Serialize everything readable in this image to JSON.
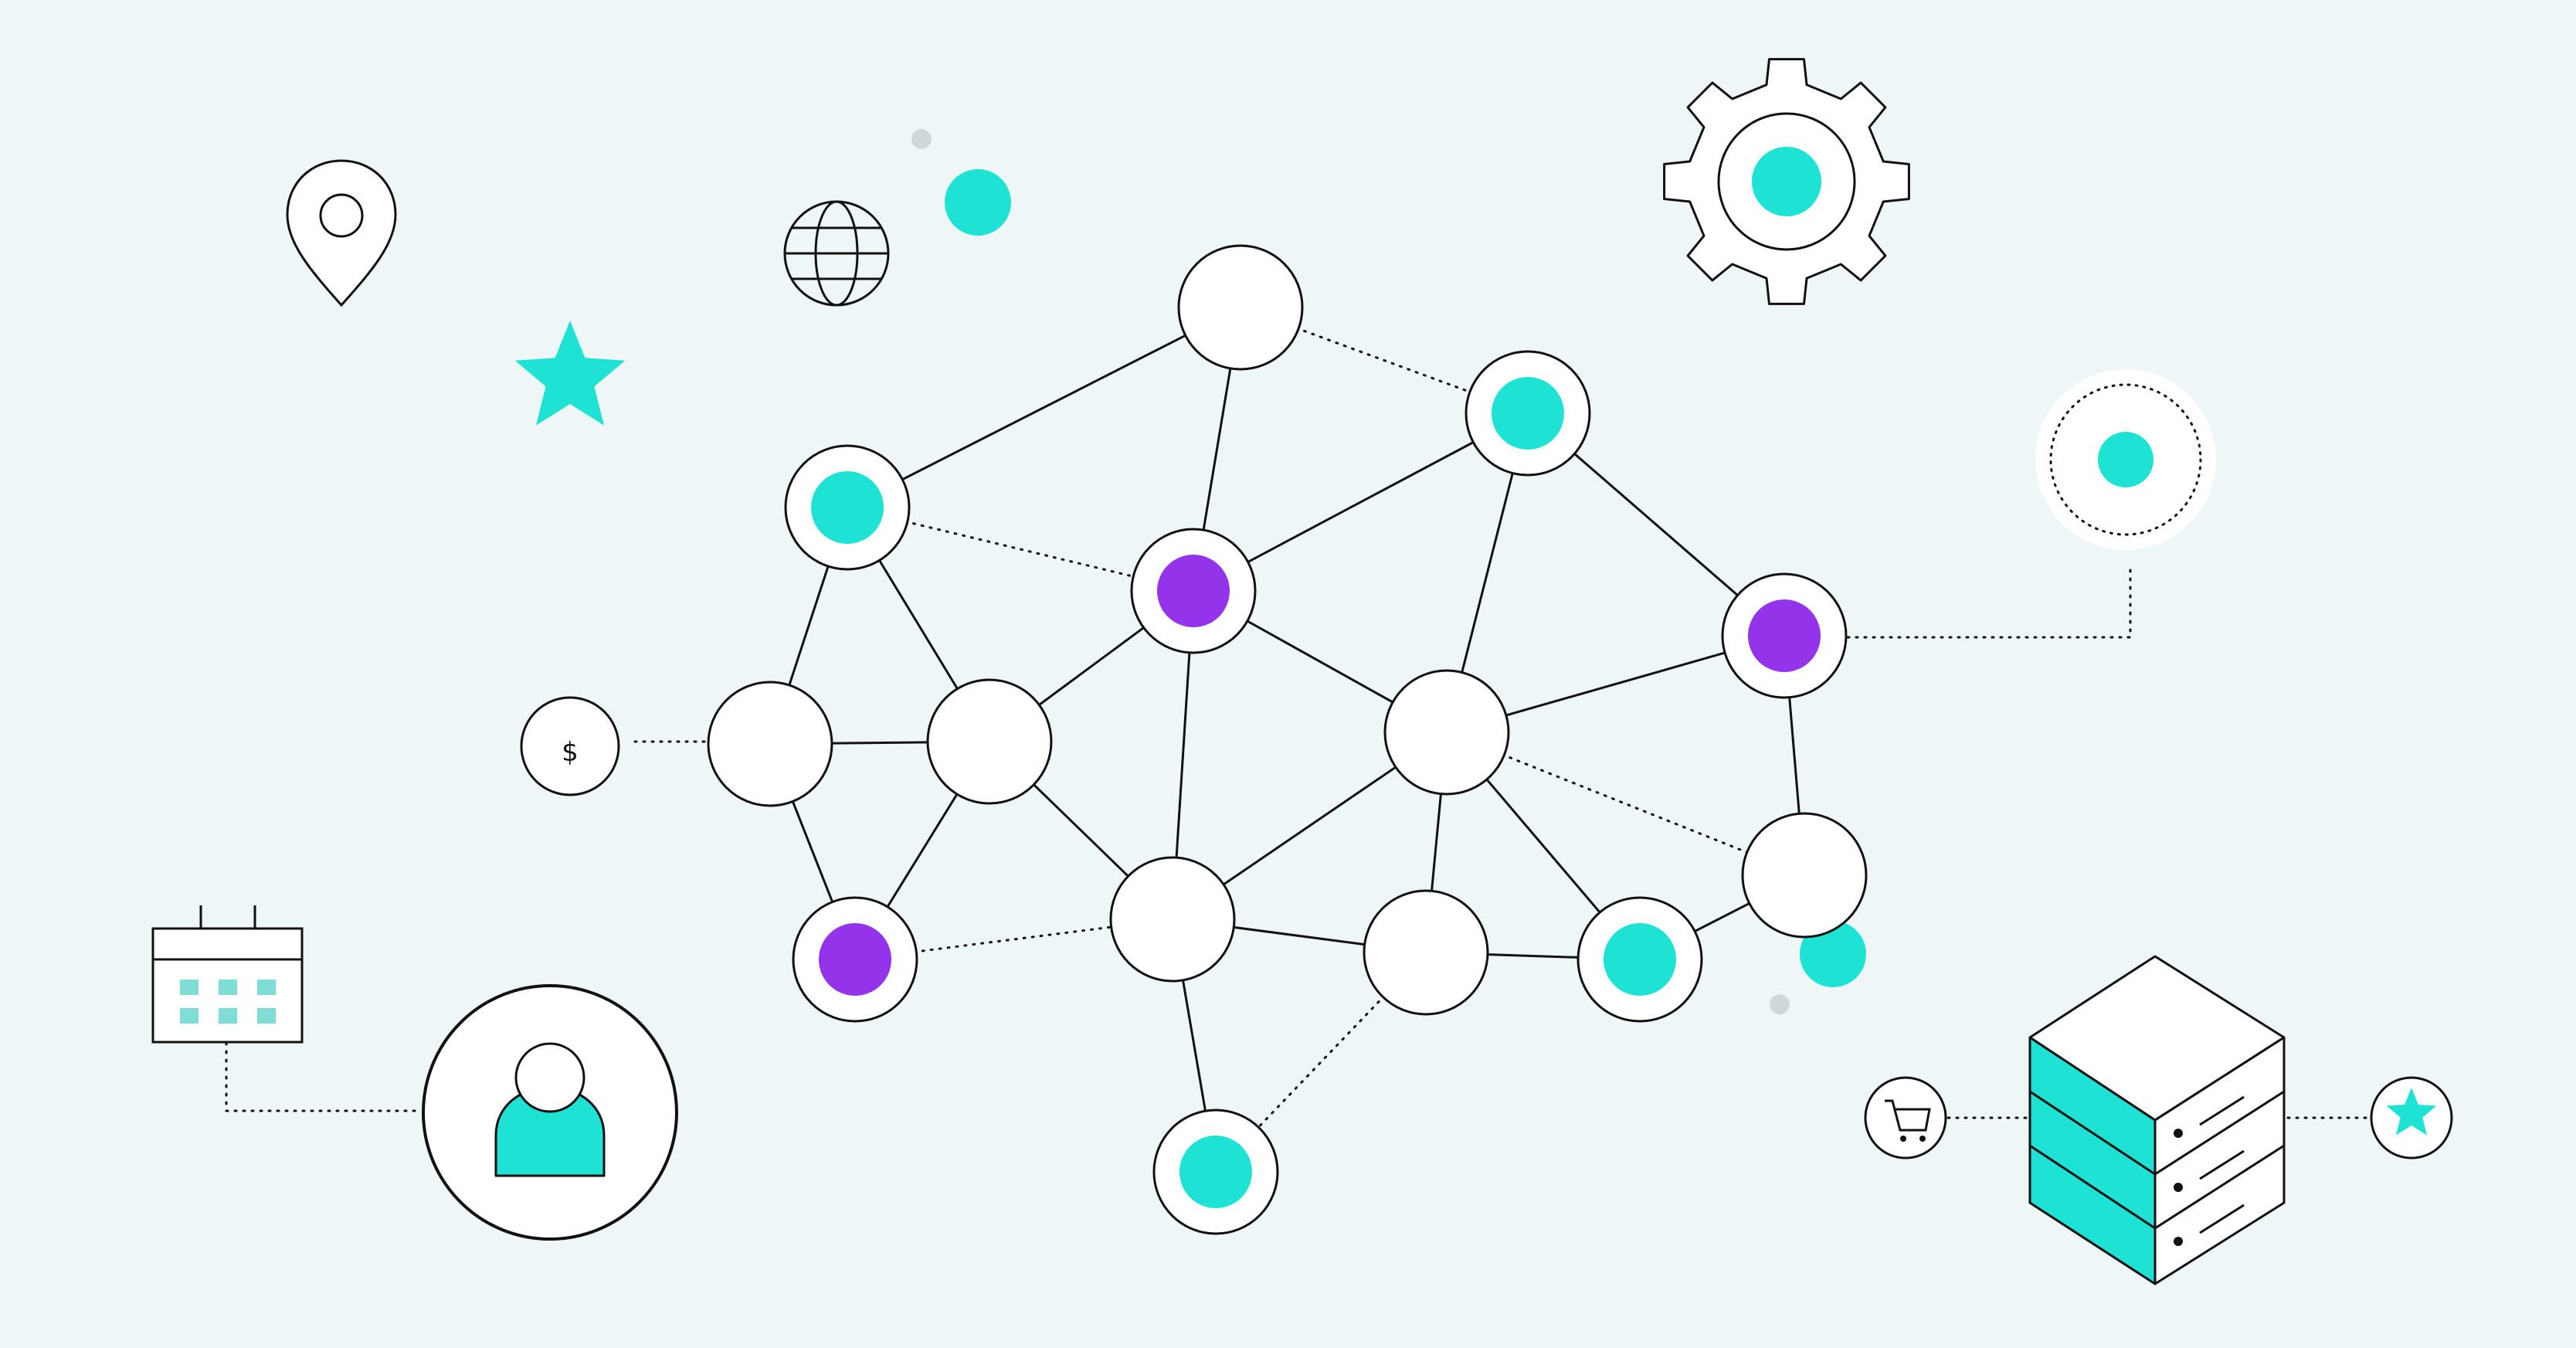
{
  "colors": {
    "background": "#eef6f8",
    "stroke": "#111111",
    "node_fill": "#ffffff",
    "teal": "#1de2d4",
    "teal_light": "#7fddd6",
    "purple": "#9333ea",
    "grey_dot": "#cfd7da"
  },
  "icons": {
    "currency_symbol": "$",
    "names": [
      "location-pin-icon",
      "globe-icon",
      "star-icon",
      "gear-icon",
      "dollar-icon",
      "calendar-icon",
      "user-icon",
      "server-stack-icon",
      "cart-icon",
      "star-badge-icon",
      "target-icon"
    ]
  },
  "network": {
    "node_types": [
      "plain",
      "teal",
      "purple"
    ],
    "nodes": [
      {
        "id": "n1",
        "type": "plain"
      },
      {
        "id": "n2",
        "type": "teal"
      },
      {
        "id": "n3",
        "type": "teal"
      },
      {
        "id": "n4",
        "type": "purple"
      },
      {
        "id": "n5",
        "type": "purple"
      },
      {
        "id": "n6",
        "type": "plain"
      },
      {
        "id": "n7",
        "type": "plain"
      },
      {
        "id": "n8",
        "type": "plain"
      },
      {
        "id": "n9",
        "type": "plain"
      },
      {
        "id": "n10",
        "type": "purple"
      },
      {
        "id": "n11",
        "type": "plain"
      },
      {
        "id": "n12",
        "type": "plain"
      },
      {
        "id": "n13",
        "type": "teal"
      },
      {
        "id": "n14",
        "type": "teal"
      }
    ],
    "edges_solid": [
      [
        "n1",
        "n2"
      ],
      [
        "n1",
        "n4"
      ],
      [
        "n2",
        "n6"
      ],
      [
        "n2",
        "n7"
      ],
      [
        "n6",
        "n7"
      ],
      [
        "n6",
        "n10"
      ],
      [
        "n7",
        "n10"
      ],
      [
        "n7",
        "n8"
      ],
      [
        "n7",
        "n4"
      ],
      [
        "n4",
        "n3"
      ],
      [
        "n4",
        "n9"
      ],
      [
        "n4",
        "n8"
      ],
      [
        "n3",
        "n9"
      ],
      [
        "n3",
        "n5"
      ],
      [
        "n9",
        "n5"
      ],
      [
        "n5",
        "n12"
      ],
      [
        "n9",
        "n8"
      ],
      [
        "n9",
        "n11"
      ],
      [
        "n9",
        "n13"
      ],
      [
        "n8",
        "n11"
      ],
      [
        "n11",
        "n13"
      ],
      [
        "n12",
        "n13"
      ],
      [
        "n8",
        "n14"
      ]
    ],
    "edges_dotted": [
      [
        "n1",
        "n3"
      ],
      [
        "n2",
        "n4"
      ],
      [
        "n9",
        "n12"
      ],
      [
        "n10",
        "n8"
      ],
      [
        "n11",
        "n14"
      ]
    ]
  }
}
